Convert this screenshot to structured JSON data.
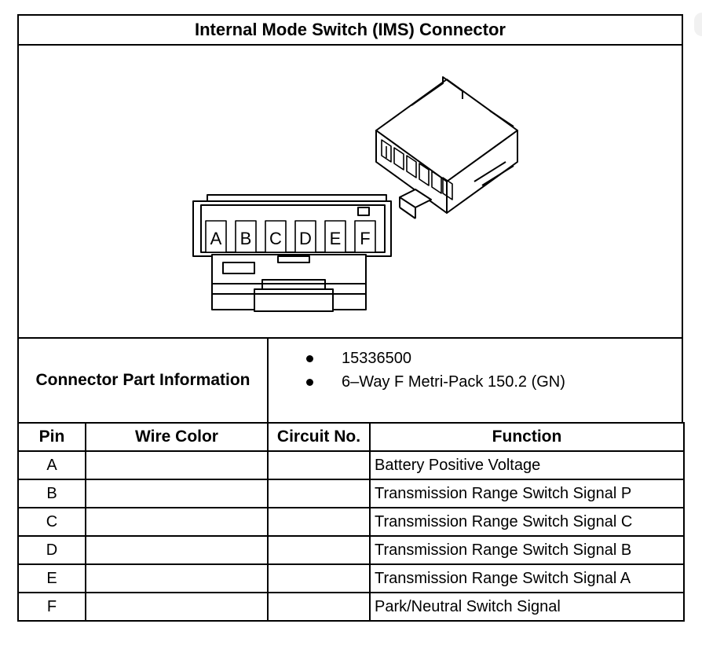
{
  "title": "Internal Mode Switch (IMS) Connector",
  "connector_diagram": {
    "pin_letters": [
      "A",
      "B",
      "C",
      "D",
      "E",
      "F"
    ]
  },
  "part_info": {
    "label": "Connector Part Information",
    "items": [
      "15336500",
      "6–Way F Metri-Pack 150.2 (GN)"
    ]
  },
  "table": {
    "headers": {
      "pin": "Pin",
      "wire_color": "Wire Color",
      "circuit_no": "Circuit No.",
      "function": "Function"
    },
    "rows": [
      {
        "pin": "A",
        "wire_color": "",
        "circuit_no": "",
        "function": "Battery Positive Voltage"
      },
      {
        "pin": "B",
        "wire_color": "",
        "circuit_no": "",
        "function": "Transmission Range Switch Signal P"
      },
      {
        "pin": "C",
        "wire_color": "",
        "circuit_no": "",
        "function": "Transmission Range Switch Signal C"
      },
      {
        "pin": "D",
        "wire_color": "",
        "circuit_no": "",
        "function": "Transmission Range Switch Signal B"
      },
      {
        "pin": "E",
        "wire_color": "",
        "circuit_no": "",
        "function": "Transmission Range Switch Signal A"
      },
      {
        "pin": "F",
        "wire_color": "",
        "circuit_no": "",
        "function": "Park/Neutral Switch Signal"
      }
    ]
  }
}
